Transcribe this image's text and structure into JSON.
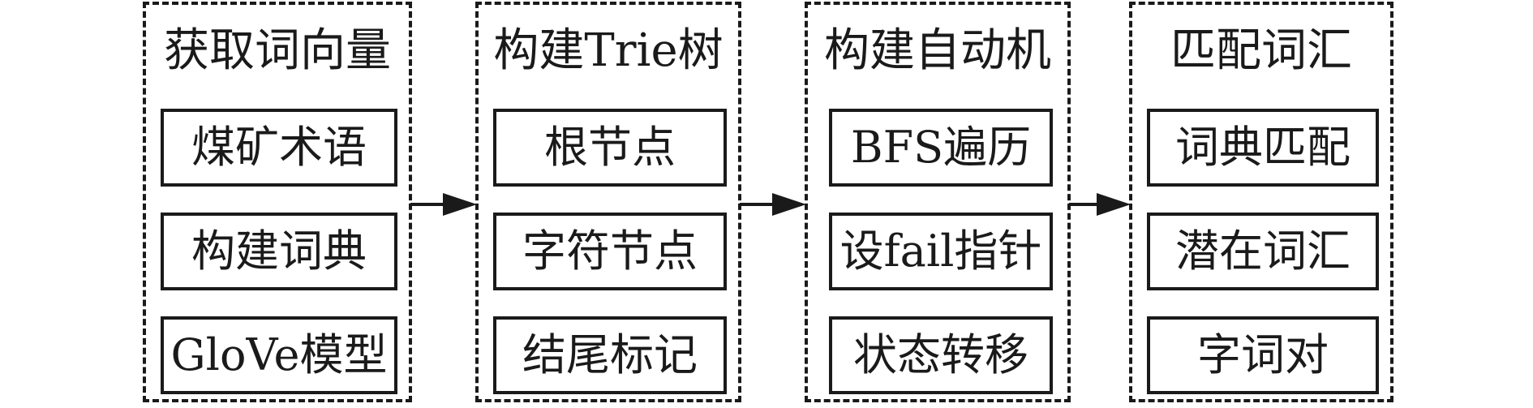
{
  "stages": [
    {
      "title": "获取词向量",
      "items": [
        "煤矿术语",
        "构建词典",
        "GloVe模型"
      ]
    },
    {
      "title": "构建Trie树",
      "items": [
        "根节点",
        "字符节点",
        "结尾标记"
      ]
    },
    {
      "title": "构建自动机",
      "items": [
        "BFS遍历",
        "设fail指针",
        "状态转移"
      ]
    },
    {
      "title": "匹配词汇",
      "items": [
        "词典匹配",
        "潜在词汇",
        "字词对"
      ]
    }
  ],
  "colors": {
    "stroke": "#1a1a1a",
    "background": "#ffffff"
  }
}
